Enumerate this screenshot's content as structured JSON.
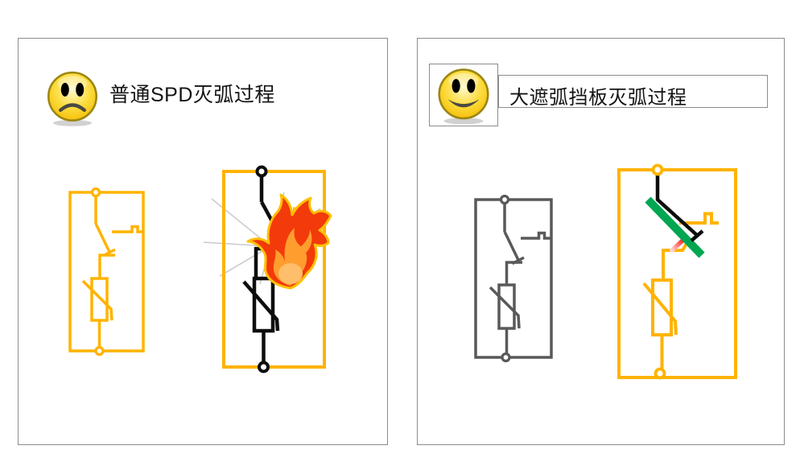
{
  "page": {
    "background": "#FFFFFF"
  },
  "colors": {
    "orange": "#FFB300",
    "black": "#0D0D0D",
    "gray": "#595959",
    "arc_green": "#00A651",
    "arc_red": "#FF2020",
    "arc_pink": "#FFD6D6",
    "flame_red": "#F23A0A",
    "flame_outline": "#FFC000",
    "flame_inner": "#FF9D2E",
    "flame_core": "#FFBE6B",
    "panel_border": "#8C8C8C",
    "ray_gray": "#CDCDCD",
    "smiley_fill": "#FCDB3A",
    "smiley_border": "#9C8612"
  },
  "left_panel": {
    "title": "普通SPD灭弧过程",
    "mood_icon": "sad-face-icon",
    "diagrams": [
      "spd-circuit-closed",
      "spd-circuit-arcing-with-flame"
    ]
  },
  "right_panel": {
    "title": "大遮弧挡板灭弧过程",
    "mood_icon": "happy-face-icon",
    "diagrams": [
      "spd-circuit-closed-gray",
      "spd-circuit-with-arc-baffle"
    ]
  }
}
